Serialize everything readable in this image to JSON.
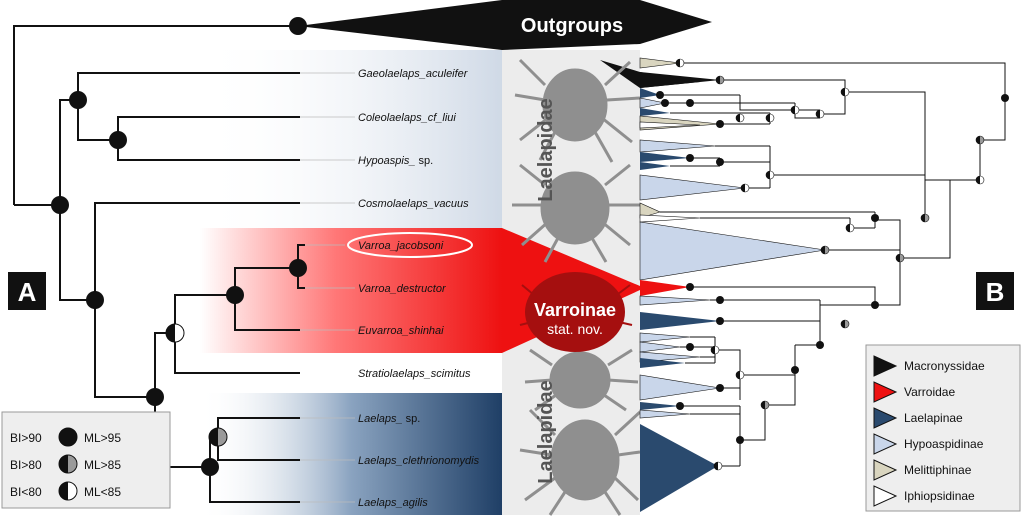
{
  "outgroups_label": "Outgroups",
  "panel_a_label": "A",
  "panel_b_label": "B",
  "family_upper": "Laelapidae",
  "family_lower": "Laelapidae",
  "varroinae_title": "Varroinae",
  "varroinae_subtitle": "stat. nov.",
  "taxa": [
    {
      "name": "Gaeolaelaps_aculeifer",
      "suffix": ""
    },
    {
      "name": "Coleolaelaps_cf_liui",
      "suffix": ""
    },
    {
      "name": "Hypoaspis_",
      "suffix": "sp."
    },
    {
      "name": "Cosmolaelaps_vacuus",
      "suffix": ""
    },
    {
      "name": "Varroa_jacobsoni",
      "suffix": ""
    },
    {
      "name": "Varroa_destructor",
      "suffix": ""
    },
    {
      "name": "Euvarroa_shinhai",
      "suffix": ""
    },
    {
      "name": "Stratiolaelaps_scimitus",
      "suffix": ""
    },
    {
      "name": "Laelaps_",
      "suffix": "sp."
    },
    {
      "name": "Laelaps_clethrionomydis",
      "suffix": ""
    },
    {
      "name": "Laelaps_agilis",
      "suffix": ""
    }
  ],
  "support_legend": [
    {
      "bi": "BI>90",
      "ml": "ML>95",
      "fill": "full"
    },
    {
      "bi": "BI>80",
      "ml": "ML>85",
      "fill": "half-grey"
    },
    {
      "bi": "BI<80",
      "ml": "ML<85",
      "fill": "half-white"
    }
  ],
  "subfamily_legend": [
    {
      "name": "Macronyssidae",
      "color": "#111111"
    },
    {
      "name": "Varroidae",
      "color": "#ee1111"
    },
    {
      "name": "Laelapinae",
      "color": "#2a4a6e"
    },
    {
      "name": "Hypoaspidinae",
      "color": "#c9d6ea"
    },
    {
      "name": "Melittiphinae",
      "color": "#d9d5bf"
    },
    {
      "name": "Iphiopsidinae",
      "color": "#ffffff"
    }
  ],
  "colors": {
    "varroa_red": "#ee1111",
    "laelapinae_blue": "#2a4a6e",
    "hypoaspidinae_blue": "#c9d6ea",
    "melittiphinae_beige": "#d9d5bf",
    "mite_grey": "#8f8f8f",
    "varroa_dark_red": "#a50f0f"
  }
}
